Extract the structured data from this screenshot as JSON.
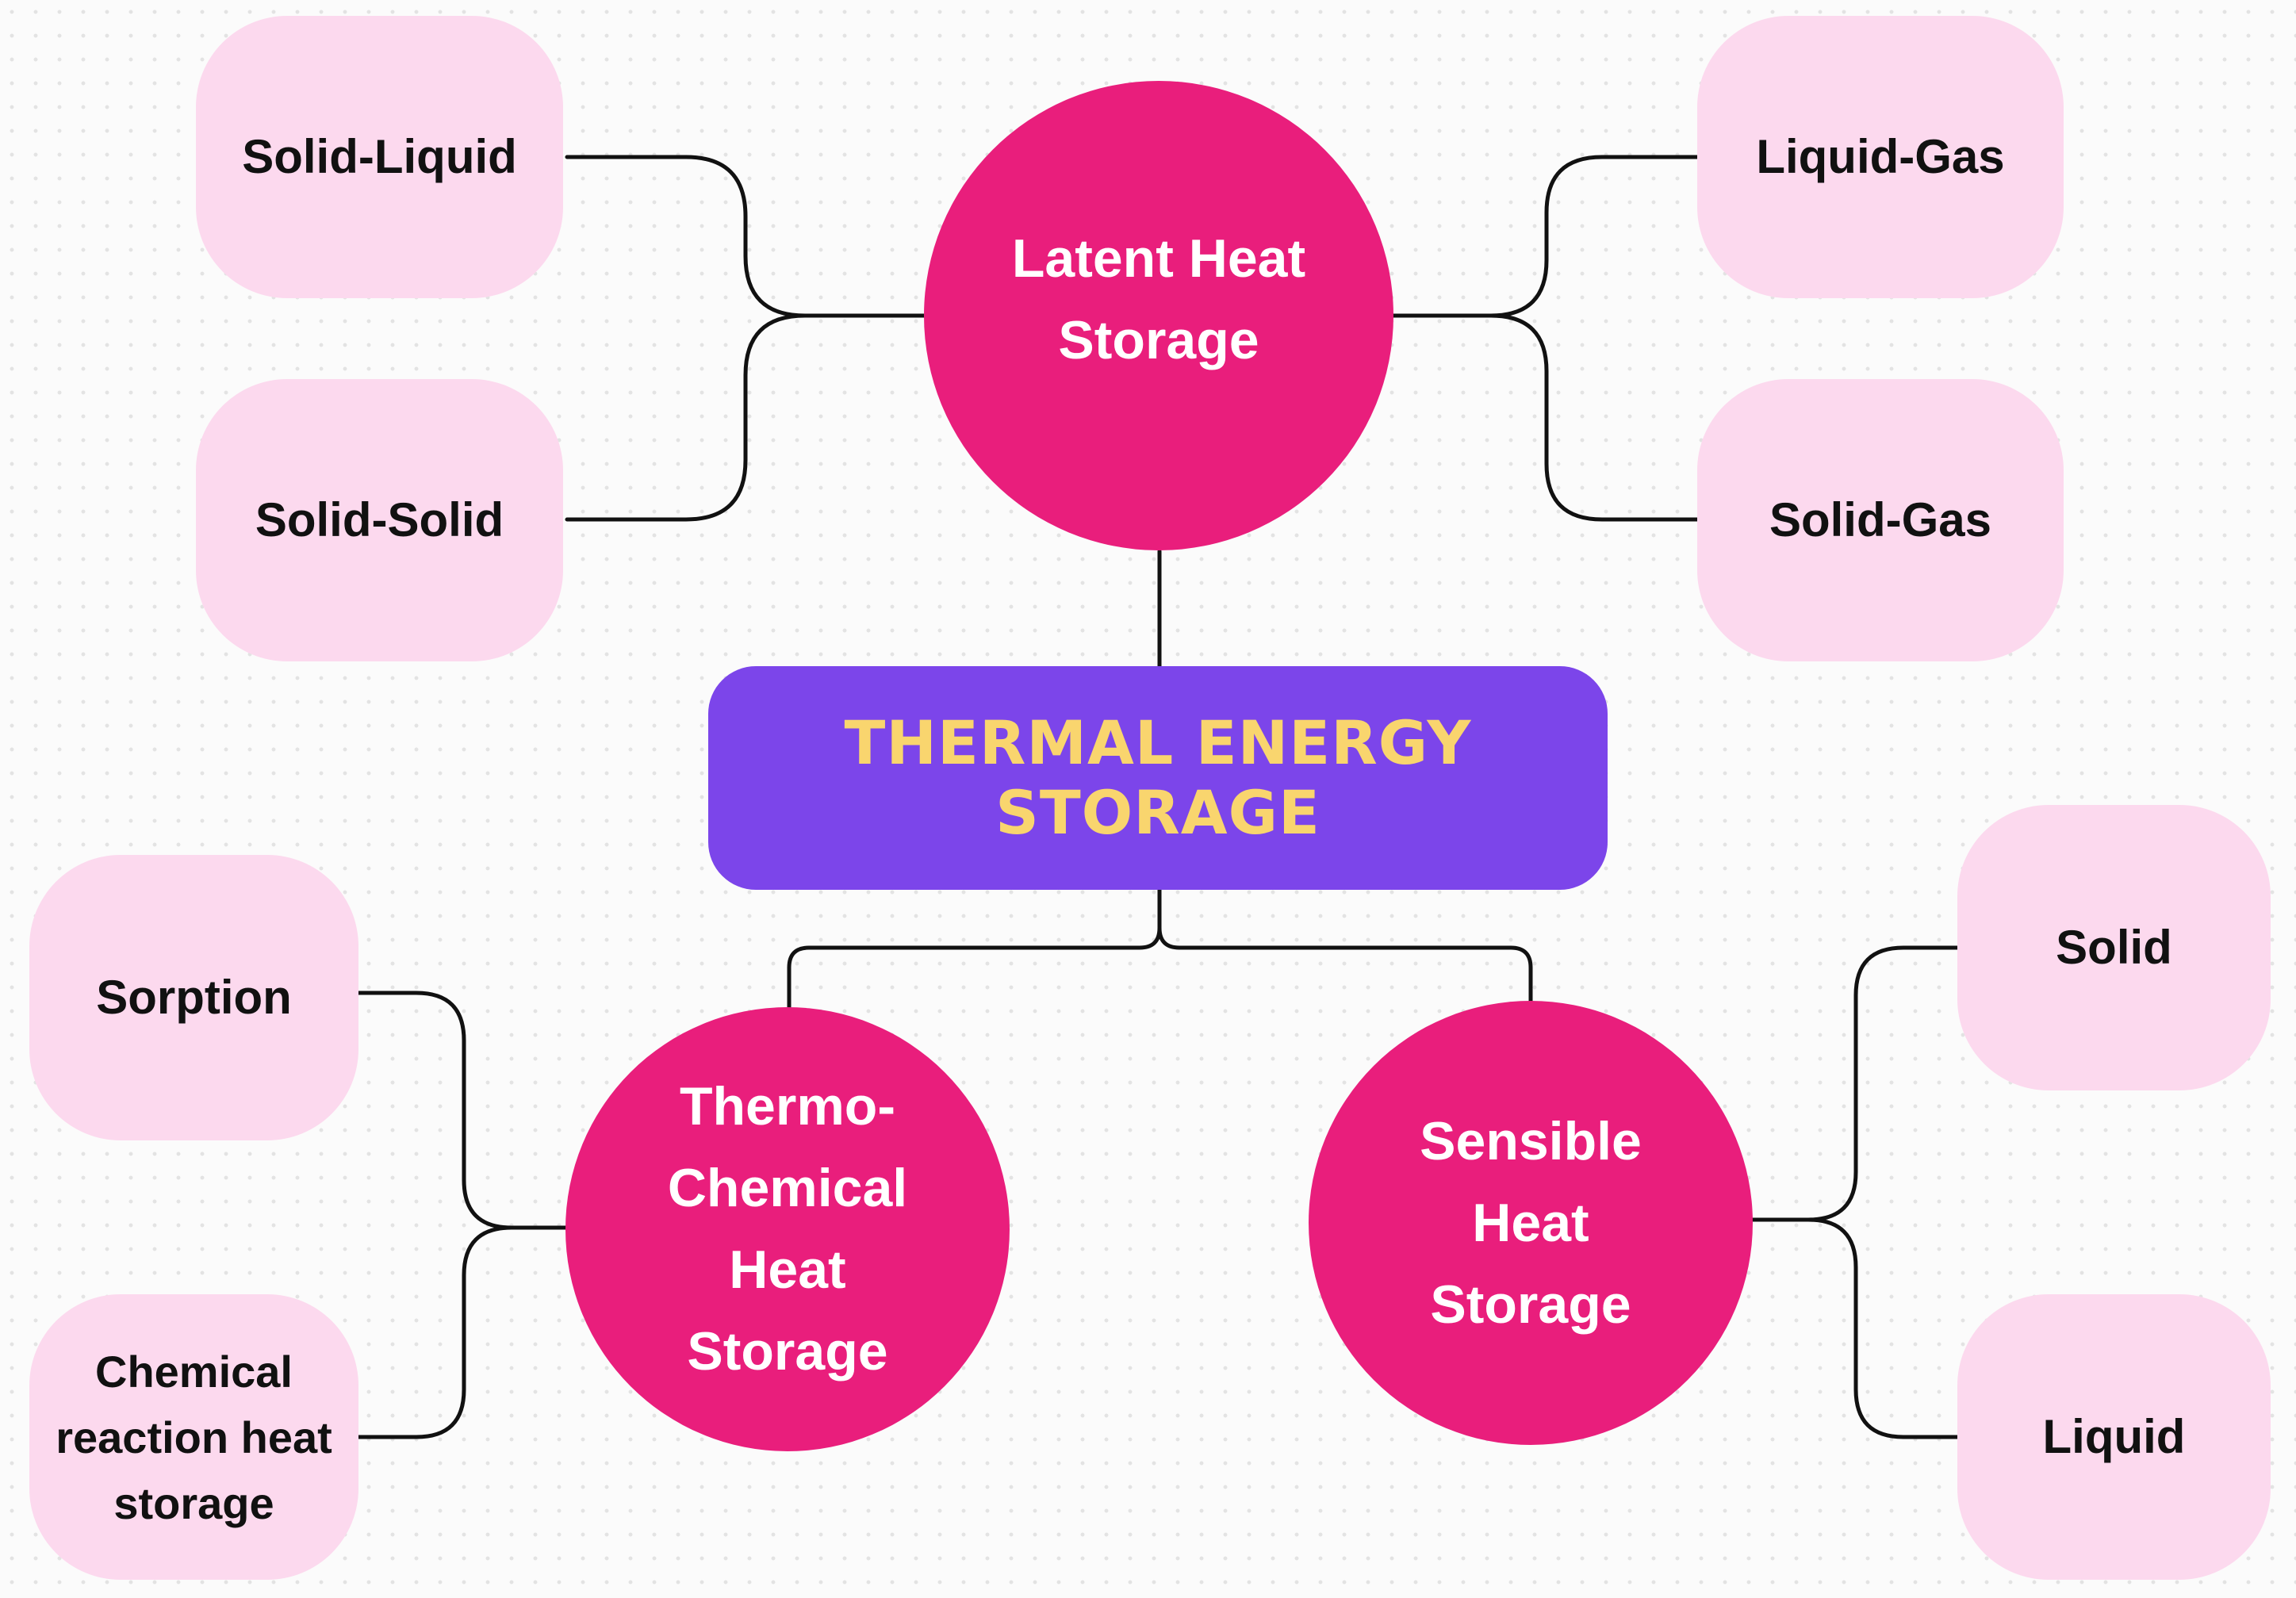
{
  "center": {
    "label_line1": "THERMAL ENERGY",
    "label_line2": "STORAGE"
  },
  "categories": {
    "latent": {
      "line1": "Latent Heat",
      "line2": "Storage"
    },
    "thermochemical": {
      "line1": "Thermo-",
      "line2": "Chemical",
      "line3": "Heat",
      "line4": "Storage"
    },
    "sensible": {
      "line1": "Sensible",
      "line2": "Heat",
      "line3": "Storage"
    }
  },
  "leaves": {
    "solid_liquid": "Solid-Liquid",
    "solid_solid": "Solid-Solid",
    "liquid_gas": "Liquid-Gas",
    "solid_gas": "Solid-Gas",
    "sorption": "Sorption",
    "chemical_reaction": {
      "line1": "Chemical",
      "line2": "reaction heat",
      "line3": "storage"
    },
    "solid": "Solid",
    "liquid": "Liquid"
  },
  "colors": {
    "category_fill": "#e91e7c",
    "center_fill": "#7c45ea",
    "center_text": "#f9d56e",
    "leaf_fill": "#fcd9ee",
    "connector": "#111111"
  }
}
